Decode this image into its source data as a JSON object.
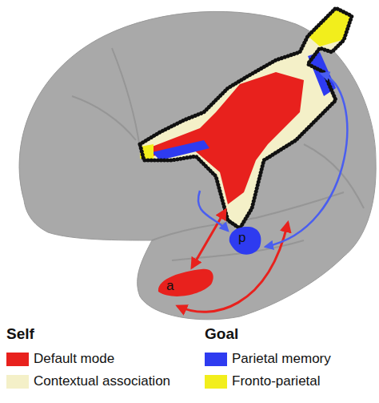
{
  "diagram": {
    "nodes": [
      {
        "text": [
          "a"
        ]
      },
      {
        "text": [
          "p"
        ]
      }
    ],
    "labels": [
      "Self",
      "Goal"
    ],
    "legend": [
      {
        "text": "Default mode",
        "color": "#e8211d"
      },
      {
        "text": "Contextual association",
        "color": "#f4f0c8"
      },
      {
        "text": "Parietal memory",
        "color": "#2e3bf0"
      },
      {
        "text": "Fronto-parietal",
        "color": "#f2ee1c"
      }
    ]
  }
}
